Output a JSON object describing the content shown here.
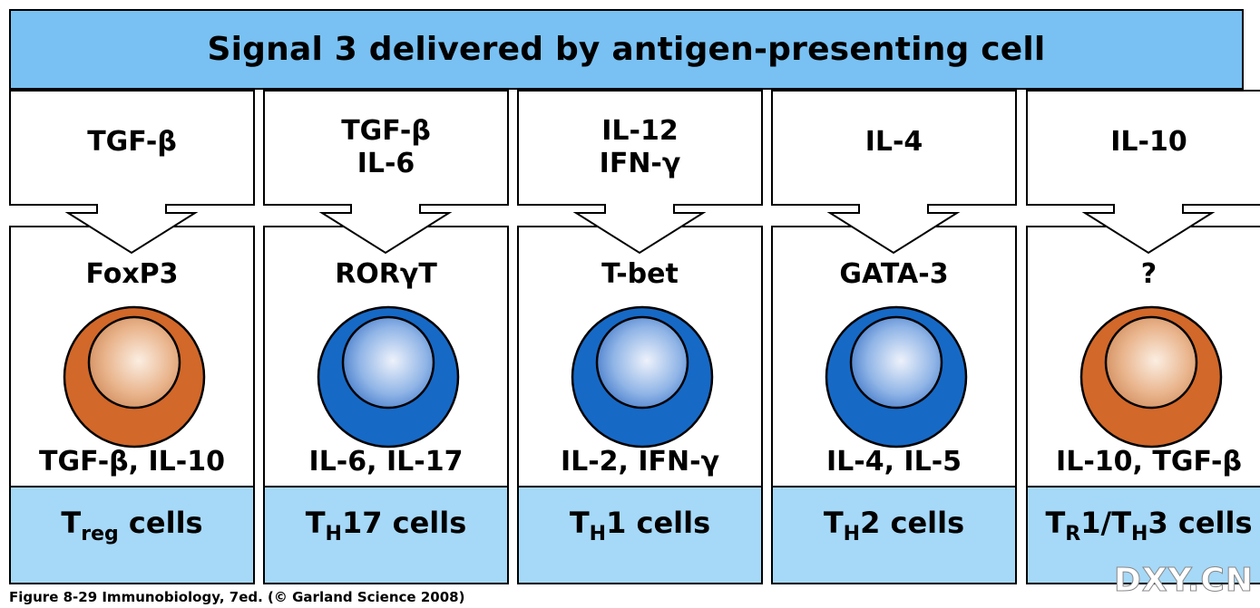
{
  "header": {
    "title": "Signal 3 delivered by antigen-presenting cell"
  },
  "colors": {
    "banner_blue": "#79c1f2",
    "celltype_blue": "#a6d8f7",
    "orange_cell": "#d2682a",
    "blue_cell": "#1769c6",
    "nucleus_light": "#f4f4f8"
  },
  "columns": [
    {
      "signal_lines": [
        "TGF-β"
      ],
      "transcription_factor": "FoxP3",
      "cytokines": "TGF-β, IL-10",
      "cell_type": {
        "main": "T",
        "sub": "reg",
        "rest": " cells"
      },
      "cell_color": "orange"
    },
    {
      "signal_lines": [
        "TGF-β",
        "IL-6"
      ],
      "transcription_factor": "RORγT",
      "cytokines": "IL-6, IL-17",
      "cell_type": {
        "main": "T",
        "sub": "H",
        "rest": "17 cells"
      },
      "cell_color": "blue"
    },
    {
      "signal_lines": [
        "IL-12",
        "IFN-γ"
      ],
      "transcription_factor": "T-bet",
      "cytokines": "IL-2, IFN-γ",
      "cell_type": {
        "main": "T",
        "sub": "H",
        "rest": "1 cells"
      },
      "cell_color": "blue"
    },
    {
      "signal_lines": [
        "IL-4"
      ],
      "transcription_factor": "GATA-3",
      "cytokines": "IL-4, IL-5",
      "cell_type": {
        "main": "T",
        "sub": "H",
        "rest": "2 cells"
      },
      "cell_color": "blue"
    },
    {
      "signal_lines": [
        "IL-10"
      ],
      "transcription_factor": "?",
      "cytokines": "IL-10, TGF-β",
      "cell_type": {
        "main": "T",
        "sub": "R",
        "rest": "1/T",
        "sub2": "H",
        "rest2": "3 cells"
      },
      "cell_color": "orange"
    }
  ],
  "caption": "Figure 8-29  Immunobiology, 7ed. (© Garland Science 2008)",
  "watermark": "DXY.CN"
}
